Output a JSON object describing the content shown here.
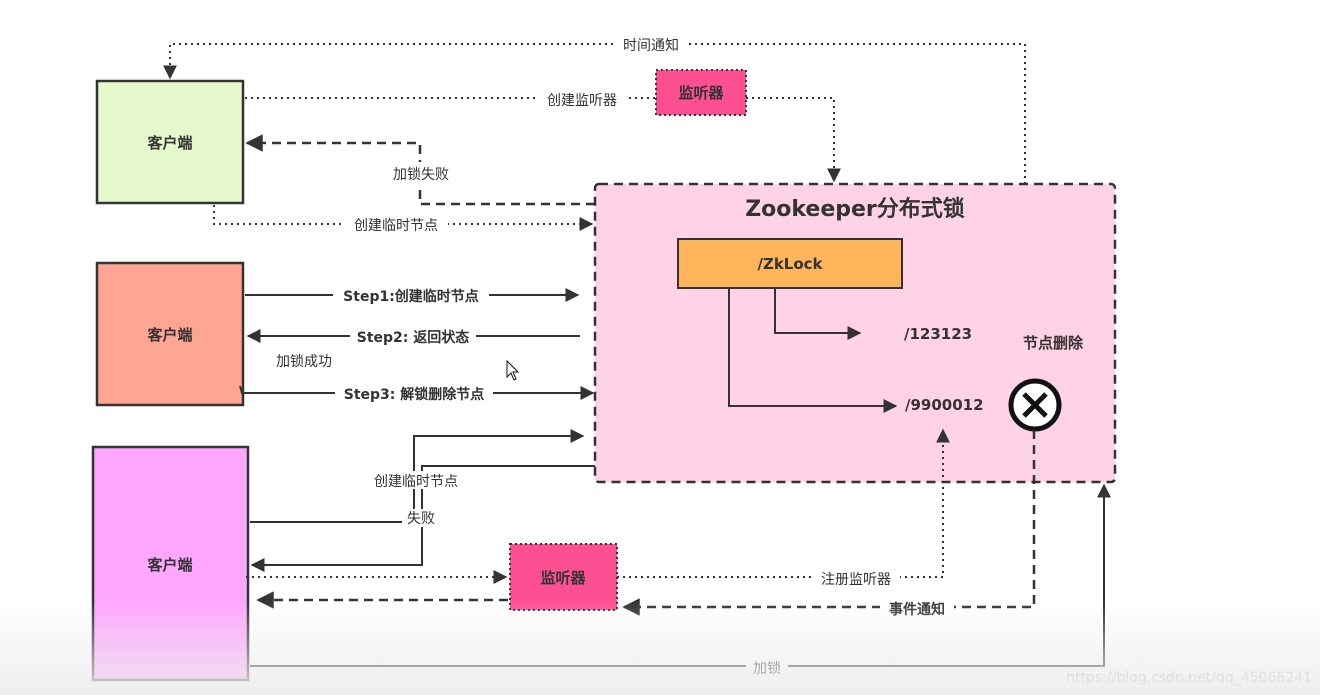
{
  "colors": {
    "client_top": "#e6f9cc",
    "client_mid": "#ffa593",
    "client_bottom": "#ffa6ff",
    "listener": "#ff4f93",
    "zk_panel": "#ffd3e5",
    "zk_lock_node": "#ffb55c"
  },
  "clients": {
    "top": "客户端",
    "middle": "客户端",
    "bottom": "客户端"
  },
  "listeners": {
    "top": "监听器",
    "bottom": "监听器"
  },
  "zookeeper": {
    "title": "Zookeeper分布式锁",
    "lock_node": "/ZkLock",
    "child_1": "/123123",
    "child_2": "/9900012",
    "delete_label": "节点删除",
    "delete_icon": "circle-x-icon"
  },
  "edges": {
    "time_notify": "时间通知",
    "create_listener": "创建监听器",
    "lock_fail_top": "加锁失败",
    "create_temp_node_top": "创建临时节点",
    "step1": "Step1:创建临时节点",
    "step2": "Step2: 返回状态",
    "lock_success": "加锁成功",
    "step3": "Step3: 解锁删除节点",
    "create_temp_node_bottom": "创建临时节点",
    "fail": "失败",
    "register_listener": "注册监听器",
    "event_notify": "事件通知",
    "lock": "加锁"
  },
  "watermark": "https://blog.csdn.net/qq_45066241"
}
